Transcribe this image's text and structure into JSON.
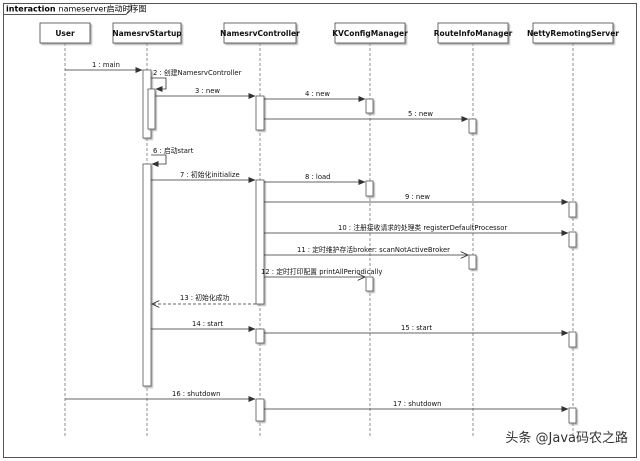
{
  "frame": {
    "keyword": "interaction",
    "name": "nameserver启动时序图"
  },
  "lifelines": [
    {
      "id": "user",
      "label": "User"
    },
    {
      "id": "startup",
      "label": "NamesrvStartup"
    },
    {
      "id": "controller",
      "label": "NamesrvController"
    },
    {
      "id": "kvconfig",
      "label": "KVConfigManager"
    },
    {
      "id": "routeinfo",
      "label": "RouteInfoManager"
    },
    {
      "id": "remoting",
      "label": "NettyRemotingServer"
    }
  ],
  "messages": [
    {
      "n": 1,
      "text": "1 : main",
      "from": "user",
      "to": "startup",
      "kind": "sync"
    },
    {
      "n": 2,
      "text": "2 : 创建NamesrvController",
      "from": "startup",
      "to": "startup",
      "kind": "self"
    },
    {
      "n": 3,
      "text": "3 : new",
      "from": "startup",
      "to": "controller",
      "kind": "sync"
    },
    {
      "n": 4,
      "text": "4 : new",
      "from": "controller",
      "to": "kvconfig",
      "kind": "sync"
    },
    {
      "n": 5,
      "text": "5 : new",
      "from": "controller",
      "to": "routeinfo",
      "kind": "sync"
    },
    {
      "n": 6,
      "text": "6 : 启动start",
      "from": "startup",
      "to": "startup",
      "kind": "self"
    },
    {
      "n": 7,
      "text": "7 : 初始化initialize",
      "from": "startup",
      "to": "controller",
      "kind": "sync"
    },
    {
      "n": 8,
      "text": "8 : load",
      "from": "controller",
      "to": "kvconfig",
      "kind": "sync"
    },
    {
      "n": 9,
      "text": "9 : new",
      "from": "controller",
      "to": "remoting",
      "kind": "sync"
    },
    {
      "n": 10,
      "text": "10 : 注册接收请求的处理类 registerDefaultProcessor",
      "from": "controller",
      "to": "remoting",
      "kind": "sync"
    },
    {
      "n": 11,
      "text": "11 : 定时维护存活broker: scanNotActiveBroker",
      "from": "controller",
      "to": "routeinfo",
      "kind": "async"
    },
    {
      "n": 12,
      "text": "12 : 定时打印配置 printAllPeriodically",
      "from": "controller",
      "to": "kvconfig",
      "kind": "async"
    },
    {
      "n": 13,
      "text": "13 : 初始化成功",
      "from": "controller",
      "to": "startup",
      "kind": "return"
    },
    {
      "n": 14,
      "text": "14 : start",
      "from": "startup",
      "to": "controller",
      "kind": "sync"
    },
    {
      "n": 15,
      "text": "15 : start",
      "from": "controller",
      "to": "remoting",
      "kind": "sync"
    },
    {
      "n": 16,
      "text": "16 : shutdown",
      "from": "user",
      "to": "controller",
      "kind": "sync"
    },
    {
      "n": 17,
      "text": "17 : shutdown",
      "from": "controller",
      "to": "remoting",
      "kind": "sync"
    }
  ],
  "watermark": "头条 @Java码农之路"
}
